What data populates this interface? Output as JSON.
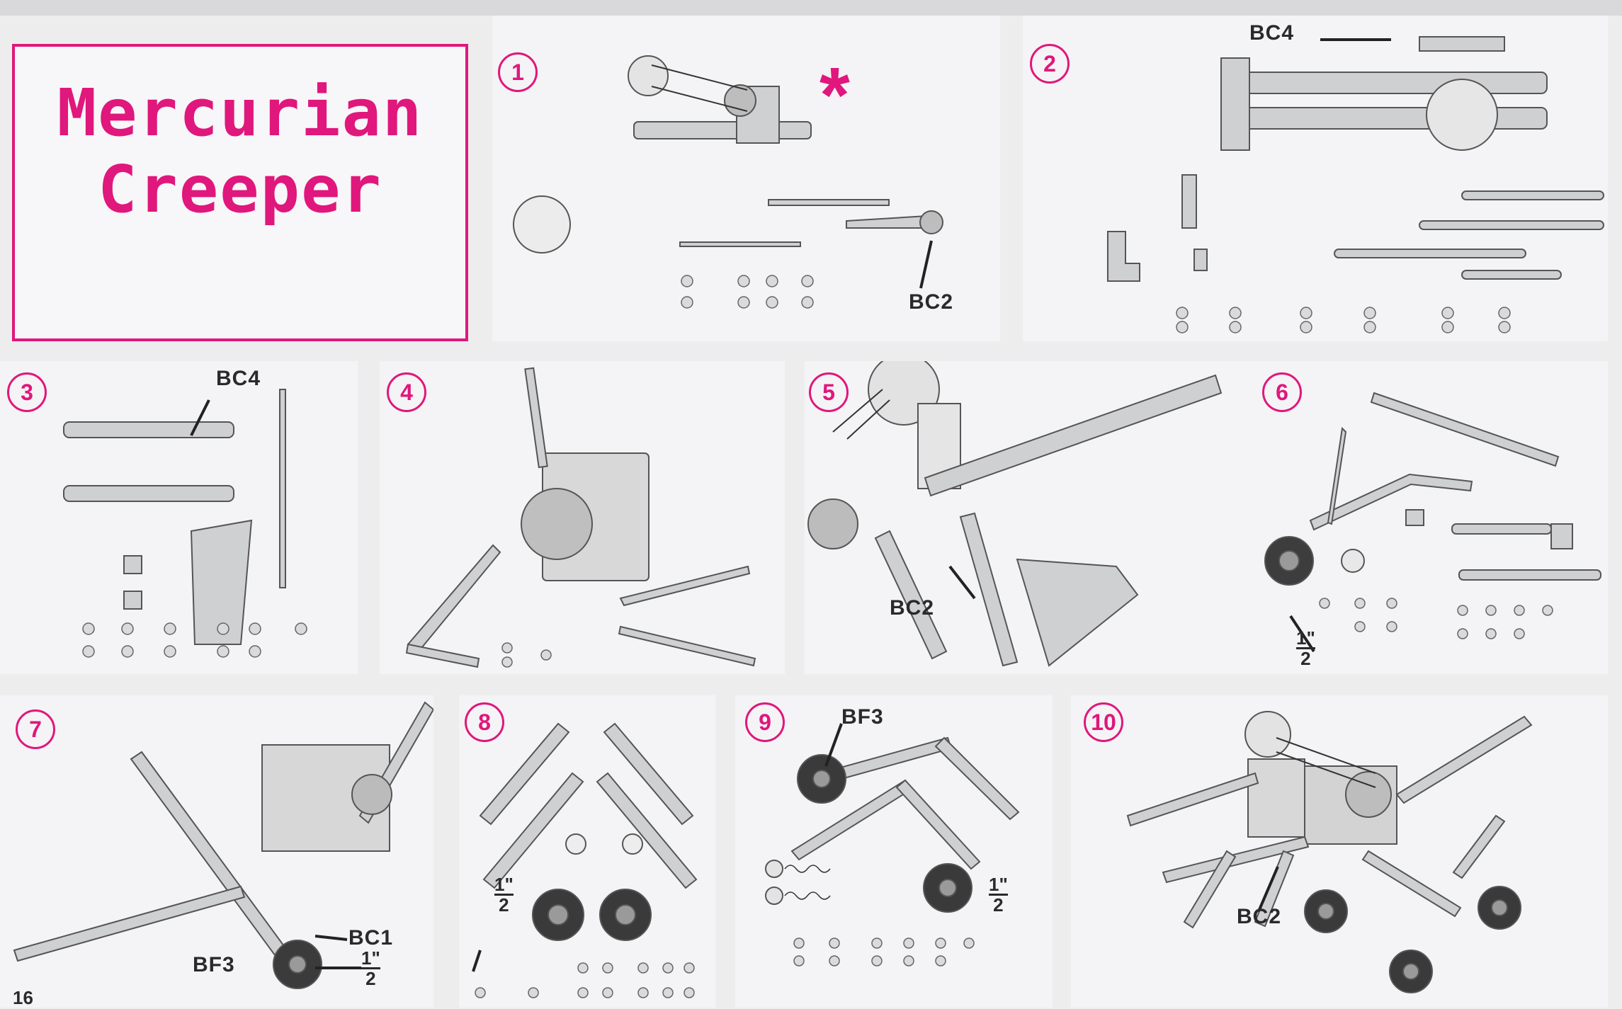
{
  "title": {
    "line1": "Mercurian",
    "line2": "Creeper"
  },
  "page_number": "16",
  "steps": [
    {
      "number": "1",
      "labels": [
        "BC2"
      ]
    },
    {
      "number": "2",
      "labels": [
        "BC4"
      ]
    },
    {
      "number": "3",
      "labels": [
        "BC4"
      ]
    },
    {
      "number": "4",
      "labels": []
    },
    {
      "number": "5",
      "labels": [
        "BC2"
      ]
    },
    {
      "number": "6",
      "labels": []
    },
    {
      "number": "7",
      "labels": [
        "BC1",
        "BF3"
      ]
    },
    {
      "number": "8",
      "labels": []
    },
    {
      "number": "9",
      "labels": [
        "BF3"
      ]
    },
    {
      "number": "10",
      "labels": [
        "BC2"
      ]
    }
  ],
  "fraction": {
    "numerator": "1\"",
    "denominator": "2"
  },
  "marker": "*",
  "colors": {
    "accent": "#e0177c",
    "panel": "#f4f3f5",
    "ink": "#2a2a2a"
  }
}
